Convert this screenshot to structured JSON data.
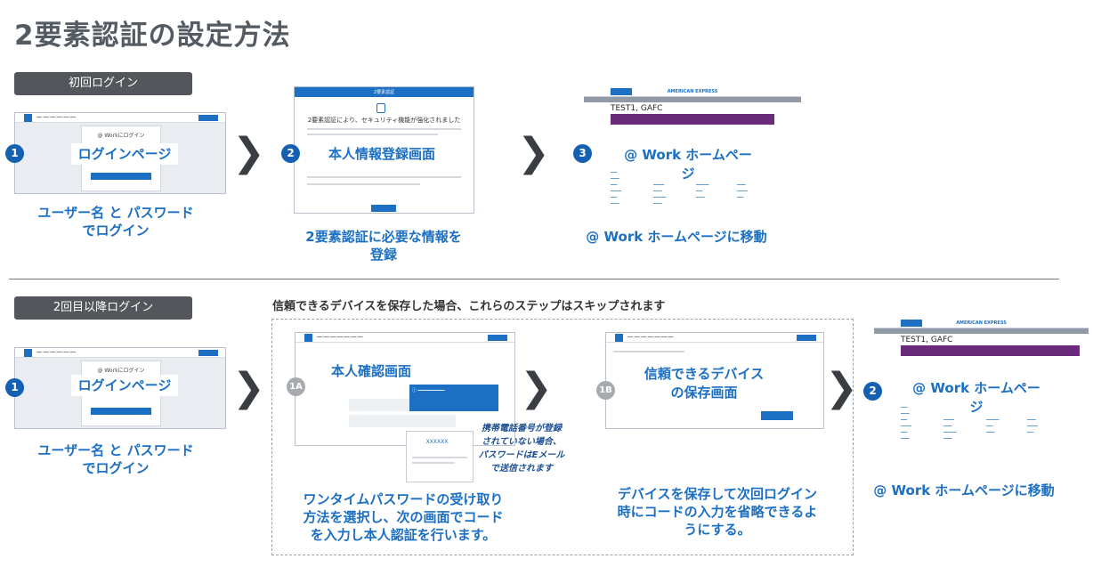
{
  "page_title": "2要素認証の設定方法",
  "section_first": {
    "tag": "初回ログイン",
    "steps": [
      {
        "num": "1",
        "screen_label": "ログインページ",
        "caption": "ユーザー名 と パスワード\nでログイン",
        "mock_box_title": "@ Workにログイン"
      },
      {
        "num": "2",
        "screen_label": "本人情報登録画面",
        "caption": "2要素認証に必要な情報を\n登録",
        "mock_heading": "2要素認証により、セキュリティ機能が強化されました"
      },
      {
        "num": "3",
        "screen_label": "@ Work ホームペー\nジ",
        "caption": "@ Work ホームページに移動",
        "mock_user": "TEST1, GAFC",
        "mock_brand": "AMERICAN EXPRESS"
      }
    ]
  },
  "section_repeat": {
    "tag": "2回目以降ログイン",
    "skip_note": "信頼できるデバイスを保存した場合、これらのステップはスキップされます",
    "steps": [
      {
        "num": "1",
        "screen_label": "ログインページ",
        "caption": "ユーザー名 と パスワード\nでログイン",
        "mock_box_title": "@ Workにログイン"
      },
      {
        "num": "1A",
        "screen_label": "本人確認画面",
        "caption": "ワンタイムパスワードの受け取り\n方法を選択し、次の画面でコード\nを入力し本人認証を行います。",
        "note": "携帯電話番号が登録\nされていない場合、\nパスワードはEメール\nで送信されます",
        "mock_code": "XXXXXX"
      },
      {
        "num": "1B",
        "screen_label": "信頼できるデバイス\nの保存画面",
        "caption": "デバイスを保存して次回ログイン\n時にコードの入力を省略できるよ\nうにする。"
      },
      {
        "num": "2",
        "screen_label": "@ Work ホームペー\nジ",
        "caption": "@ Work ホームページに移動",
        "mock_user": "TEST1, GAFC",
        "mock_brand": "AMERICAN EXPRESS"
      }
    ]
  },
  "chevron_glyph": "❯",
  "colors": {
    "accent": "#1c6fc2",
    "badge": "#1560b0",
    "tag_bg": "#53575c",
    "title": "#555b62"
  }
}
